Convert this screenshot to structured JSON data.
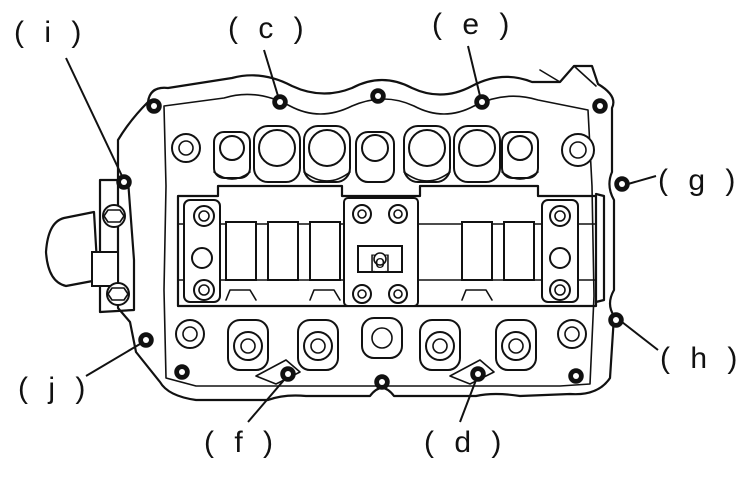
{
  "labels": {
    "i": "( i )",
    "c": "( c )",
    "e": "( e )",
    "g": "( g )",
    "h": "( h )",
    "j": "( j )",
    "f": "( f )",
    "d": "( d )"
  },
  "mark": "[o]"
}
